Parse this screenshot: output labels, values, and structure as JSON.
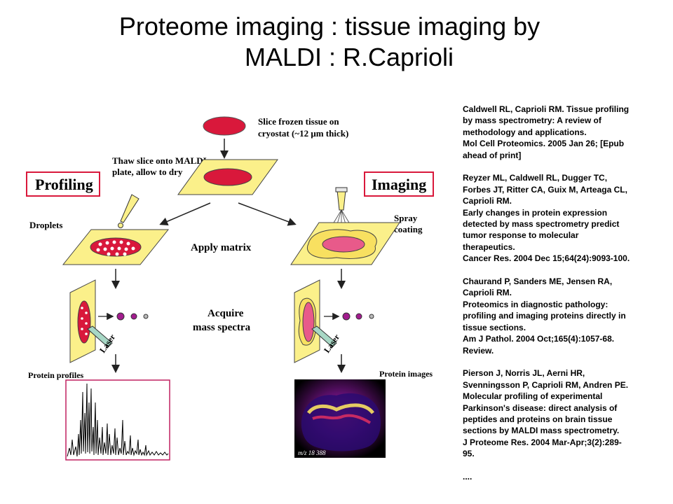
{
  "title": {
    "line1": "Proteome imaging : tissue imaging by",
    "line2": "MALDI : R.Caprioli"
  },
  "figure": {
    "slice_line1": "Slice frozen tissue on",
    "slice_line2": "cryostat (~12 μm thick)",
    "thaw_line1": "Thaw slice onto MALDI",
    "thaw_line2": "plate, allow to dry",
    "profiling": "Profiling",
    "imaging": "Imaging",
    "droplets": "Droplets",
    "spray_line1": "Spray",
    "spray_line2": "coating",
    "apply_matrix": "Apply matrix",
    "acquire_line1": "Acquire",
    "acquire_line2": "mass spectra",
    "laser": "Laser",
    "protein_profiles": "Protein profiles",
    "protein_images": "Protein images",
    "mz_label": "m/z 18 388"
  },
  "references": [
    {
      "lines": [
        "Caldwell RL, Caprioli RM. Tissue profiling",
        "by mass spectrometry: A review of",
        "methodology and applications.",
        "Mol Cell Proteomics. 2005 Jan 26; [Epub",
        "ahead of print]"
      ]
    },
    {
      "lines": [
        "Reyzer ML, Caldwell RL, Dugger TC,",
        "Forbes JT, Ritter CA, Guix M, Arteaga CL,",
        "Caprioli RM.",
        "Early changes in protein expression",
        "detected by mass spectrometry predict",
        "tumor response to molecular",
        "therapeutics.",
        "Cancer Res. 2004 Dec 15;64(24):9093-100."
      ]
    },
    {
      "lines": [
        "Chaurand P, Sanders ME, Jensen RA,",
        "Caprioli RM.",
        "Proteomics in diagnostic pathology:",
        "profiling and imaging proteins directly in",
        "tissue sections.",
        "Am J Pathol. 2004 Oct;165(4):1057-68.",
        "Review."
      ]
    },
    {
      "lines": [
        "Pierson J, Norris JL, Aerni HR,",
        "Svenningsson P, Caprioli RM, Andren PE.",
        "Molecular profiling of experimental",
        "Parkinson's disease: direct analysis of",
        "peptides and proteins on brain tissue",
        "sections by MALDI mass spectrometry.",
        "J Proteome Res. 2004 Mar-Apr;3(2):289-",
        "95."
      ]
    },
    {
      "lines": [
        "...."
      ]
    }
  ],
  "colors": {
    "plate": "#fbf08a",
    "tissue": "#d9183b",
    "label_box": "#d9183b",
    "droplet_white": "#ffffff"
  }
}
